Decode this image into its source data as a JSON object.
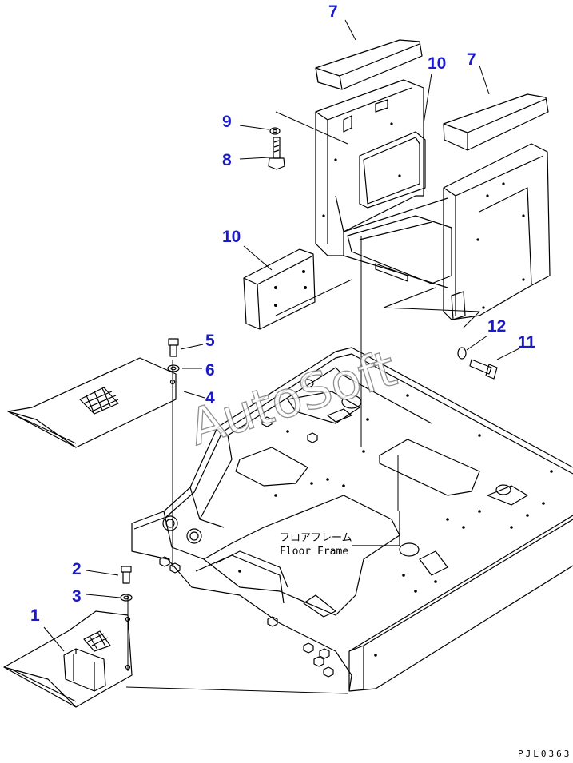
{
  "callouts": [
    {
      "id": "1",
      "text": "1"
    },
    {
      "id": "2",
      "text": "2"
    },
    {
      "id": "3",
      "text": "3"
    },
    {
      "id": "4",
      "text": "4"
    },
    {
      "id": "5",
      "text": "5"
    },
    {
      "id": "6",
      "text": "6"
    },
    {
      "id": "7a",
      "text": "7"
    },
    {
      "id": "7b",
      "text": "7"
    },
    {
      "id": "8",
      "text": "8"
    },
    {
      "id": "9",
      "text": "9"
    },
    {
      "id": "10a",
      "text": "10"
    },
    {
      "id": "10b",
      "text": "10"
    },
    {
      "id": "11",
      "text": "11"
    },
    {
      "id": "12",
      "text": "12"
    }
  ],
  "frame_label": {
    "japanese": "フロアフレーム",
    "english": "Floor Frame"
  },
  "watermark": "AutoSoft",
  "drawing_code": "PJL0363",
  "colors": {
    "callout": "#1a1ac8",
    "line": "#000000",
    "watermark_outline": "#7d7d7d"
  }
}
